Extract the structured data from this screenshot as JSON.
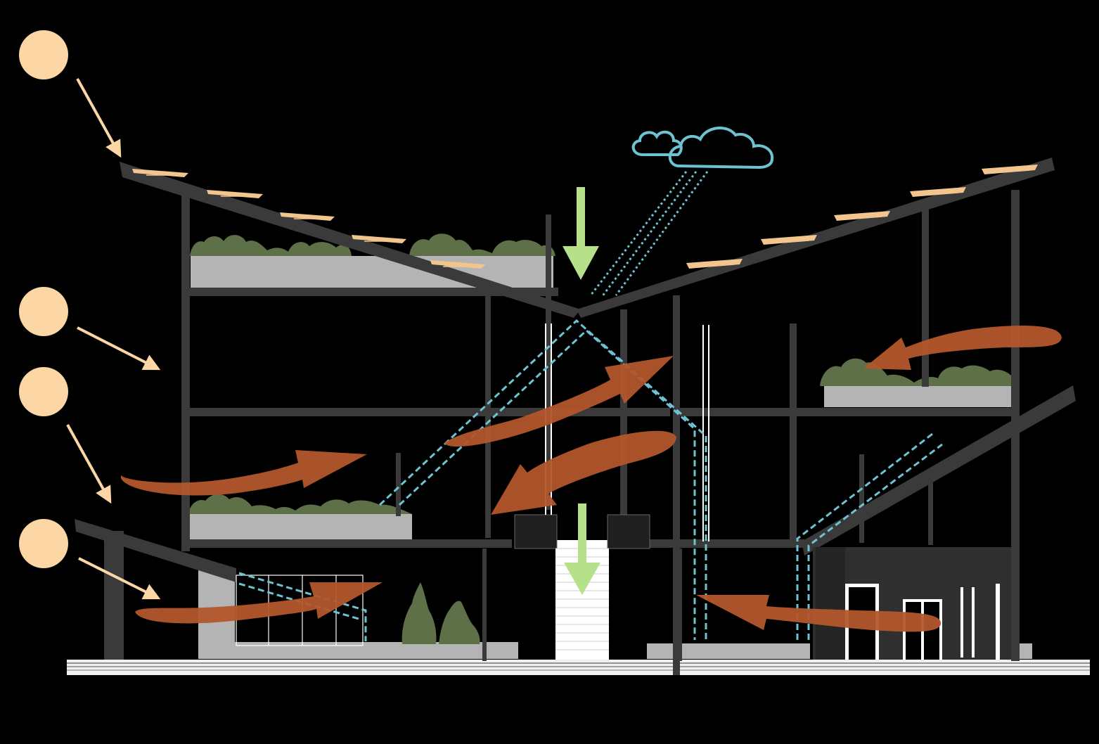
{
  "diagram": {
    "kind": "sustainable-building-section",
    "has_text_labels": false
  },
  "colors": {
    "background": "#000000",
    "structure": "#3a3a3a",
    "slab": "#2f2f2f",
    "planter": "#b4b4b4",
    "vegetation": "#5e7048",
    "sun": "#fcd6a4",
    "sun_ray": "#fcd6a4",
    "solar_panel": "#f2c58e",
    "airflow": "#b3562c",
    "rain": "#6ec3d3",
    "cloud": "#6ec3d3",
    "skylight": "#b6e08a",
    "ground": "#f0f0f0",
    "white_wall": "#ffffff"
  },
  "legend_icons": [
    {
      "name": "sun-icon",
      "meaning": "solar-energy"
    },
    {
      "name": "sun-icon",
      "meaning": "daylight"
    },
    {
      "name": "sun-icon",
      "meaning": "natural-ventilation"
    },
    {
      "name": "sun-icon",
      "meaning": "ground-level-ventilation"
    }
  ],
  "elements": {
    "sun_count": 4,
    "solar_panel_count": 10,
    "airflow_arrow_count": 6,
    "rain_paths_count": 5,
    "skylight_arrow_count": 2,
    "green_roof_count": 4
  }
}
